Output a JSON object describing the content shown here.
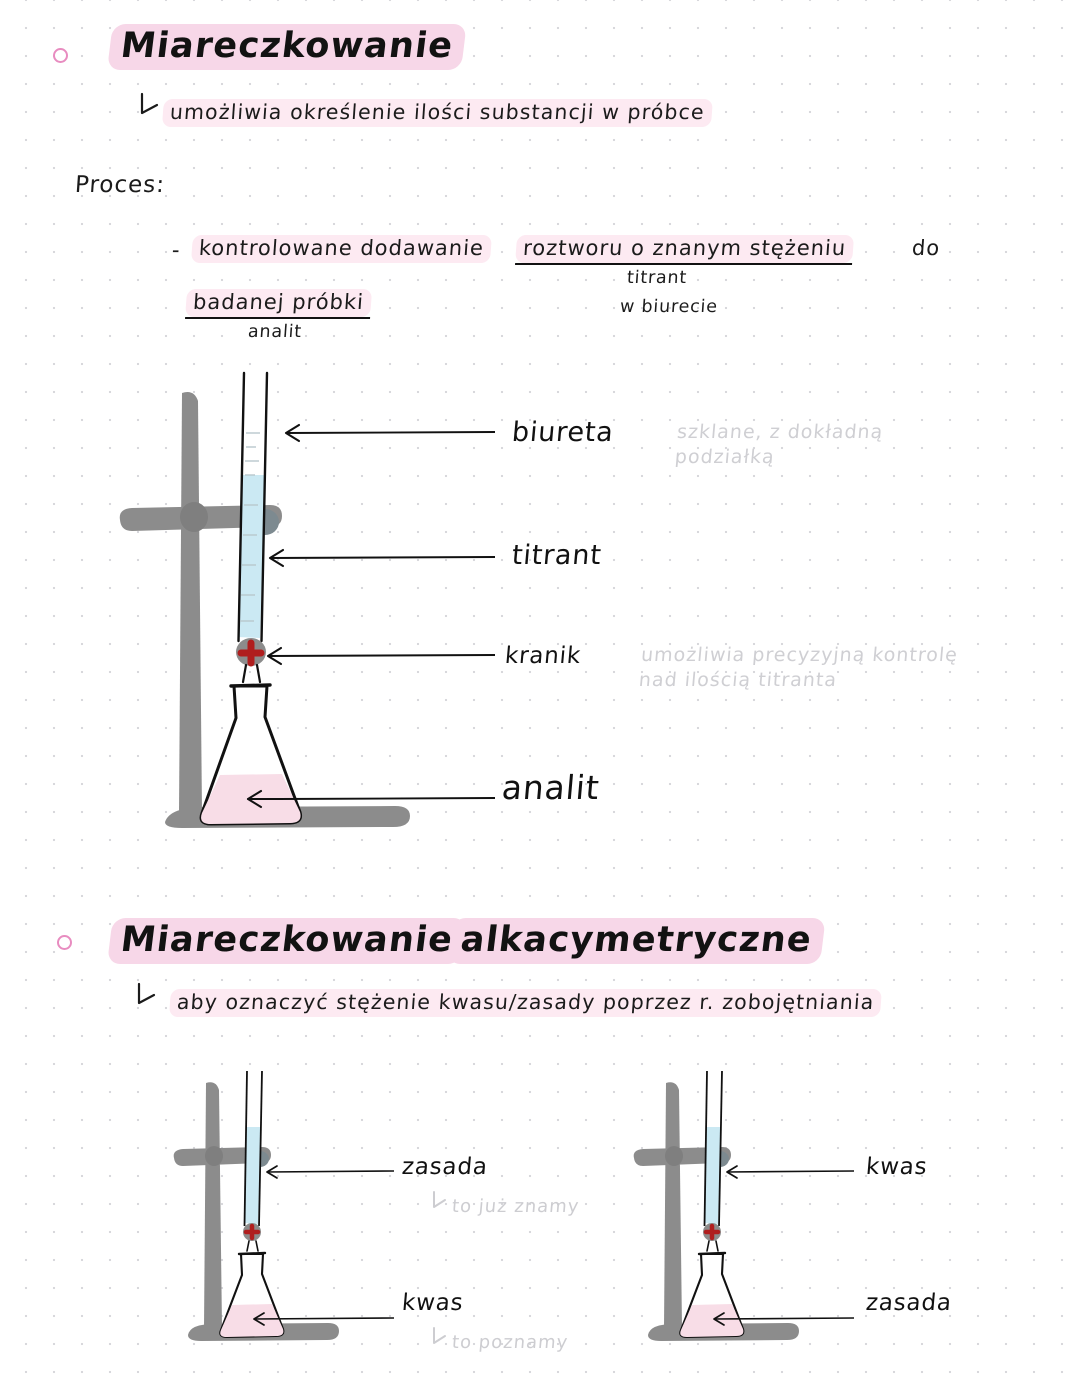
{
  "page": {
    "background": "#ffffff",
    "dot_color": "#d8d8dc",
    "highlight_pink": "#f7d7e8",
    "highlight_soft": "#fdeaf2",
    "ink": "#1a1a1a",
    "ghost_ink": "#cfcfd3",
    "stand_grey": "#8c8c8c",
    "liquid_blue": "#cbe9f3",
    "liquid_pink": "#f8dde7",
    "stopcock_red": "#b01e1e",
    "bullet_pink": "#e88cc0"
  },
  "section1": {
    "bullet": "circle-bullet",
    "title": "Miareczkowanie",
    "subtitle_arrow": "corner-arrow",
    "subtitle": "umożliwia określenie ilości substancji w próbce",
    "process_label": "Proces:",
    "process_line": {
      "dash": "-",
      "part1": "kontrolowane dodawanie",
      "underlined1": "roztworu o znanym stężeniu",
      "part2": "do",
      "underlined2": "badanej próbki",
      "note_titrant": "titrant",
      "note_biureta": "w biurecie",
      "note_analit": "analit"
    },
    "diagram": {
      "name": "titration-setup",
      "labels": [
        {
          "text": "biureta",
          "note": "szklane, z dokładną\npodziałką"
        },
        {
          "text": "titrant",
          "note": ""
        },
        {
          "text": "kranik",
          "note": "umożliwia precyzyjną kontrolę\nnad ilością titranta"
        },
        {
          "text": "analit",
          "note": ""
        }
      ]
    }
  },
  "section2": {
    "bullet": "circle-bullet",
    "title_part1": "Miareczkowanie",
    "title_part2": "alkacymetryczne",
    "subtitle_arrow": "corner-arrow",
    "subtitle": "aby oznaczyć stężenie kwasu/zasady poprzez r. zobojętniania",
    "diagram_left": {
      "name": "alkalimetry-setup",
      "burette_label": "zasada",
      "burette_note": "to już znamy",
      "flask_label": "kwas",
      "flask_note": "to poznamy"
    },
    "diagram_right": {
      "name": "acidimetry-setup",
      "burette_label": "kwas",
      "burette_note": "",
      "flask_label": "zasada",
      "flask_note": ""
    }
  }
}
